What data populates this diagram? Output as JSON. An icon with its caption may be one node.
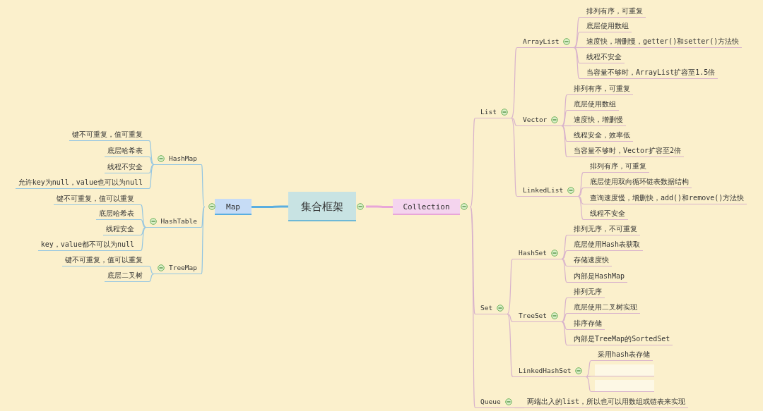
{
  "diagram": {
    "nodes": [
      {
        "text": [
          "集合框架"
        ]
      },
      {
        "text": [
          "Map"
        ]
      },
      {
        "text": [
          "HashMap"
        ]
      },
      {
        "text": [
          "键不可重复，值可重复"
        ]
      },
      {
        "text": [
          "底层哈希表"
        ]
      },
      {
        "text": [
          "线程不安全"
        ]
      },
      {
        "text": [
          "允许key为null，value也可以为null"
        ]
      },
      {
        "text": [
          "HashTable"
        ]
      },
      {
        "text": [
          "键不可重复，值可以重复"
        ]
      },
      {
        "text": [
          "底层哈希表"
        ]
      },
      {
        "text": [
          "线程安全"
        ]
      },
      {
        "text": [
          "key，value都不可以为null"
        ]
      },
      {
        "text": [
          "TreeMap"
        ]
      },
      {
        "text": [
          "键不可重复，值可以重复"
        ]
      },
      {
        "text": [
          "底层二叉树"
        ]
      },
      {
        "text": [
          "Collection"
        ]
      },
      {
        "text": [
          "List"
        ]
      },
      {
        "text": [
          "ArrayList"
        ]
      },
      {
        "text": [
          "排列有序，可重复"
        ]
      },
      {
        "text": [
          "底层使用数组"
        ]
      },
      {
        "text": [
          "速度快，增删慢，getter()和setter()方法快"
        ]
      },
      {
        "text": [
          "线程不安全"
        ]
      },
      {
        "text": [
          "当容量不够时，ArrayList扩容至1.5倍"
        ]
      },
      {
        "text": [
          "Vector"
        ]
      },
      {
        "text": [
          "排列有序，可重复"
        ]
      },
      {
        "text": [
          "底层使用数组"
        ]
      },
      {
        "text": [
          "速度快，增删慢"
        ]
      },
      {
        "text": [
          "线程安全，效率低"
        ]
      },
      {
        "text": [
          "当容量不够时，Vector扩容至2倍"
        ]
      },
      {
        "text": [
          "LinkedList"
        ]
      },
      {
        "text": [
          "排列有序，可重复"
        ]
      },
      {
        "text": [
          "底层使用双向循环链表数据结构"
        ]
      },
      {
        "text": [
          "查询速度慢，增删快，add()和remove()方法快"
        ]
      },
      {
        "text": [
          "线程不安全"
        ]
      },
      {
        "text": [
          "Set"
        ]
      },
      {
        "text": [
          "HashSet"
        ]
      },
      {
        "text": [
          "排列无序，不可重复"
        ]
      },
      {
        "text": [
          "底层使用Hash表获取"
        ]
      },
      {
        "text": [
          "存储速度快"
        ]
      },
      {
        "text": [
          "内部是HashMap"
        ]
      },
      {
        "text": [
          "TreeSet"
        ]
      },
      {
        "text": [
          "排列无序"
        ]
      },
      {
        "text": [
          "底层使用二叉树实现"
        ]
      },
      {
        "text": [
          "排序存储"
        ]
      },
      {
        "text": [
          "内部是TreeMap的SortedSet"
        ]
      },
      {
        "text": [
          "LinkedHashSet"
        ]
      },
      {
        "text": [
          "采用hash表存储"
        ]
      },
      {
        "text": [],
        "shape": "bar"
      },
      {
        "text": [],
        "shape": "bar"
      },
      {
        "text": [
          "Queue"
        ]
      },
      {
        "text": [
          "两端出入的list，所以也可以用数组或链表来实现"
        ]
      }
    ],
    "edges": [
      {
        "from": 0,
        "to": 1,
        "arrow": "none",
        "style": "thick",
        "color": "#5aaee0"
      },
      {
        "from": 1,
        "to": 2,
        "arrow": "none",
        "color": "#94c6e2"
      },
      {
        "from": 2,
        "to": 3,
        "arrow": "none",
        "color": "#94c6e2"
      },
      {
        "from": 2,
        "to": 4,
        "arrow": "none",
        "color": "#94c6e2"
      },
      {
        "from": 2,
        "to": 5,
        "arrow": "none",
        "color": "#94c6e2"
      },
      {
        "from": 2,
        "to": 6,
        "arrow": "none",
        "color": "#94c6e2"
      },
      {
        "from": 1,
        "to": 7,
        "arrow": "none",
        "color": "#94c6e2"
      },
      {
        "from": 7,
        "to": 8,
        "arrow": "none",
        "color": "#94c6e2"
      },
      {
        "from": 7,
        "to": 9,
        "arrow": "none",
        "color": "#94c6e2"
      },
      {
        "from": 7,
        "to": 10,
        "arrow": "none",
        "color": "#94c6e2"
      },
      {
        "from": 7,
        "to": 11,
        "arrow": "none",
        "color": "#94c6e2"
      },
      {
        "from": 1,
        "to": 12,
        "arrow": "none",
        "color": "#94c6e2"
      },
      {
        "from": 12,
        "to": 13,
        "arrow": "none",
        "color": "#94c6e2"
      },
      {
        "from": 12,
        "to": 14,
        "arrow": "none",
        "color": "#94c6e2"
      },
      {
        "from": 0,
        "to": 15,
        "arrow": "none",
        "style": "thick",
        "color": "#e8a6d8"
      },
      {
        "from": 15,
        "to": 16,
        "arrow": "none"
      },
      {
        "from": 16,
        "to": 17,
        "arrow": "none"
      },
      {
        "from": 17,
        "to": 18,
        "arrow": "none"
      },
      {
        "from": 17,
        "to": 19,
        "arrow": "none"
      },
      {
        "from": 17,
        "to": 20,
        "arrow": "none"
      },
      {
        "from": 17,
        "to": 21,
        "arrow": "none"
      },
      {
        "from": 17,
        "to": 22,
        "arrow": "none"
      },
      {
        "from": 16,
        "to": 23,
        "arrow": "none"
      },
      {
        "from": 23,
        "to": 24,
        "arrow": "none"
      },
      {
        "from": 23,
        "to": 25,
        "arrow": "none"
      },
      {
        "from": 23,
        "to": 26,
        "arrow": "none"
      },
      {
        "from": 23,
        "to": 27,
        "arrow": "none"
      },
      {
        "from": 23,
        "to": 28,
        "arrow": "none"
      },
      {
        "from": 16,
        "to": 29,
        "arrow": "none"
      },
      {
        "from": 29,
        "to": 30,
        "arrow": "none"
      },
      {
        "from": 29,
        "to": 31,
        "arrow": "none"
      },
      {
        "from": 29,
        "to": 32,
        "arrow": "none"
      },
      {
        "from": 29,
        "to": 33,
        "arrow": "none"
      },
      {
        "from": 15,
        "to": 34,
        "arrow": "none"
      },
      {
        "from": 34,
        "to": 35,
        "arrow": "none"
      },
      {
        "from": 35,
        "to": 36,
        "arrow": "none"
      },
      {
        "from": 35,
        "to": 37,
        "arrow": "none"
      },
      {
        "from": 35,
        "to": 38,
        "arrow": "none"
      },
      {
        "from": 35,
        "to": 39,
        "arrow": "none"
      },
      {
        "from": 34,
        "to": 40,
        "arrow": "none"
      },
      {
        "from": 40,
        "to": 41,
        "arrow": "none"
      },
      {
        "from": 40,
        "to": 42,
        "arrow": "none"
      },
      {
        "from": 40,
        "to": 43,
        "arrow": "none"
      },
      {
        "from": 40,
        "to": 44,
        "arrow": "none"
      },
      {
        "from": 34,
        "to": 45,
        "arrow": "none"
      },
      {
        "from": 45,
        "to": 46,
        "arrow": "none"
      },
      {
        "from": 45,
        "to": 47,
        "arrow": "none"
      },
      {
        "from": 45,
        "to": 48,
        "arrow": "none"
      },
      {
        "from": 15,
        "to": 49,
        "arrow": "none"
      },
      {
        "from": 49,
        "to": 50,
        "arrow": "none"
      }
    ]
  }
}
